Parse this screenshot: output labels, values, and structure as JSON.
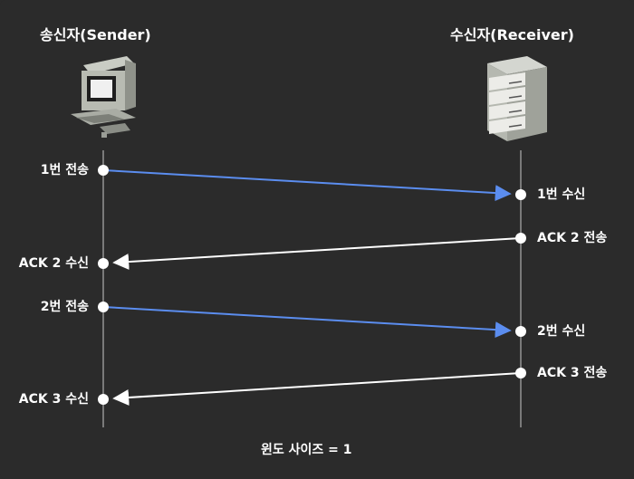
{
  "diagram": {
    "sender_title": "송신자(Sender)",
    "receiver_title": "수신자(Receiver)",
    "footer": "윈도 사이즈 = 1",
    "events": [
      {
        "side": "sender",
        "text": "1번 전송"
      },
      {
        "side": "receiver",
        "text": "1번 수신"
      },
      {
        "side": "receiver",
        "text": "ACK 2 전송"
      },
      {
        "side": "sender",
        "text": "ACK 2 수신"
      },
      {
        "side": "sender",
        "text": "2번 전송"
      },
      {
        "side": "receiver",
        "text": "2번 수신"
      },
      {
        "side": "receiver",
        "text": "ACK 3 전송"
      },
      {
        "side": "sender",
        "text": "ACK 3 수신"
      }
    ],
    "messages": [
      {
        "direction": "sender-to-receiver",
        "kind": "data",
        "color": "#5b8def"
      },
      {
        "direction": "receiver-to-sender",
        "kind": "ack",
        "color": "#ffffff"
      },
      {
        "direction": "sender-to-receiver",
        "kind": "data",
        "color": "#5b8def"
      },
      {
        "direction": "receiver-to-sender",
        "kind": "ack",
        "color": "#ffffff"
      }
    ],
    "icons": {
      "sender": "computer-icon",
      "receiver": "server-icon"
    }
  }
}
